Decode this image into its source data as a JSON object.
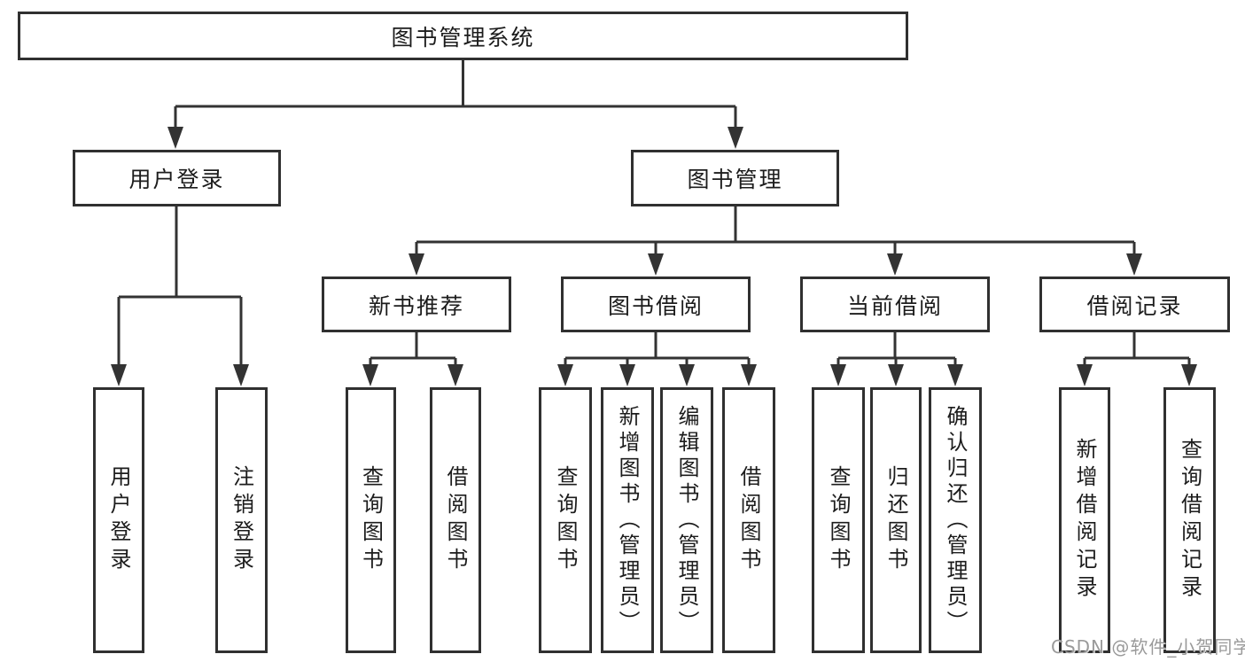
{
  "colors": {
    "background": "#ffffff",
    "box_border": "#303030",
    "connector_line": "#333333",
    "text": "#1c1c1c",
    "watermark_text": "#9a9a9a"
  },
  "diagram": {
    "root": {
      "label": "图书管理系统",
      "children": [
        {
          "label": "用户登录",
          "children": [
            {
              "label": "用户登录"
            },
            {
              "label": "注销登录"
            }
          ]
        },
        {
          "label": "图书管理",
          "children": [
            {
              "label": "新书推荐",
              "children": [
                {
                  "label": "查询图书"
                },
                {
                  "label": "借阅图书"
                }
              ]
            },
            {
              "label": "图书借阅",
              "children": [
                {
                  "label": "查询图书"
                },
                {
                  "label": "新增图书（管理员）"
                },
                {
                  "label": "编辑图书（管理员）"
                },
                {
                  "label": "借阅图书"
                }
              ]
            },
            {
              "label": "当前借阅",
              "children": [
                {
                  "label": "查询图书"
                },
                {
                  "label": "归还图书"
                },
                {
                  "label": "确认归还（管理员）"
                }
              ]
            },
            {
              "label": "借阅记录",
              "children": [
                {
                  "label": "新增借阅记录"
                },
                {
                  "label": "查询借阅记录"
                }
              ]
            }
          ]
        }
      ]
    }
  },
  "watermark": {
    "text": "CSDN @软件_小贺同学"
  }
}
